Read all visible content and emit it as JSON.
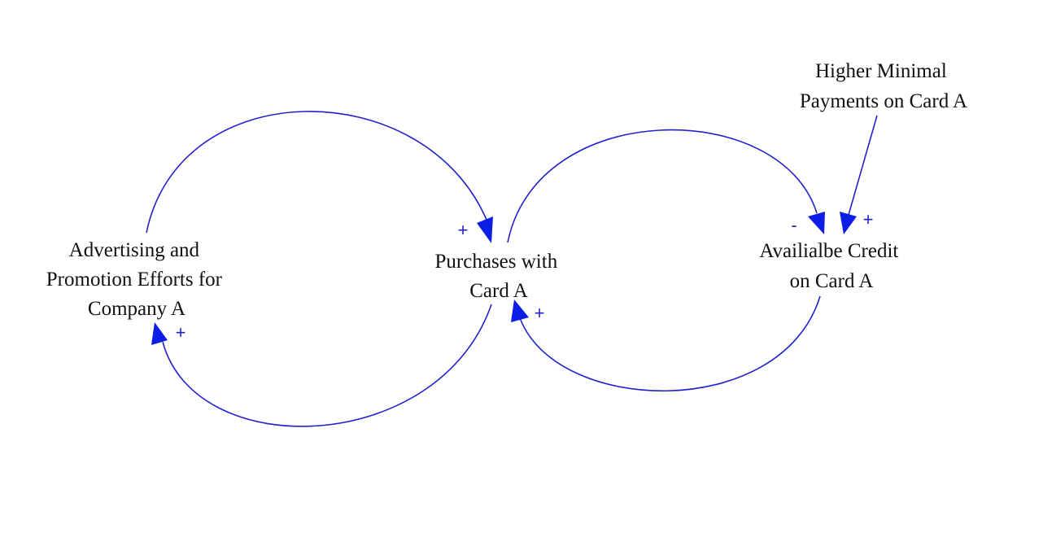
{
  "colors": {
    "link": "#2222cc",
    "arrowhead": "#0a1ee6",
    "text": "#111111",
    "background": "#ffffff"
  },
  "nodes": [
    {
      "id": "advertising",
      "lines": [
        "Advertising and",
        "Promotion Efforts for",
        "Company A"
      ]
    },
    {
      "id": "purchases",
      "lines": [
        "Purchases with",
        "Card A"
      ]
    },
    {
      "id": "credit",
      "lines": [
        "Availialbe Credit",
        "on Card A"
      ]
    },
    {
      "id": "minimal",
      "lines": [
        "Higher Minimal",
        "Payments on Card A"
      ]
    }
  ],
  "links": [
    {
      "id": "advertising-to-purchases",
      "from": "advertising",
      "to": "purchases",
      "polarity": "+"
    },
    {
      "id": "purchases-to-advertising",
      "from": "purchases",
      "to": "advertising",
      "polarity": "+"
    },
    {
      "id": "purchases-to-credit",
      "from": "purchases",
      "to": "credit",
      "polarity": "-"
    },
    {
      "id": "credit-to-purchases",
      "from": "credit",
      "to": "purchases",
      "polarity": "+"
    },
    {
      "id": "minimal-to-credit",
      "from": "minimal",
      "to": "credit",
      "polarity": "+"
    }
  ]
}
